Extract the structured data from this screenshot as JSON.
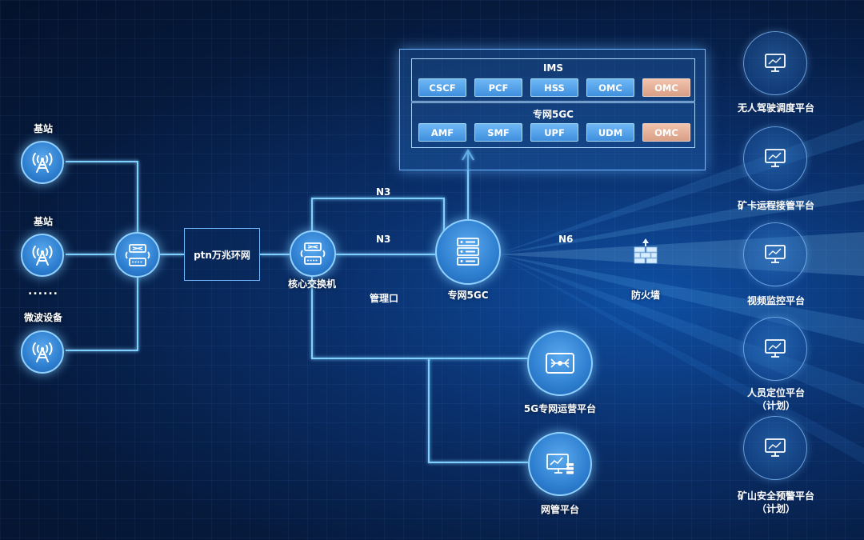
{
  "base_stations": [
    {
      "label": "基站"
    },
    {
      "label": "基站"
    },
    {
      "label": "微波设备"
    }
  ],
  "ellipsis": "......",
  "ptn_label": "ptn万兆环网",
  "core_switch_label": "核心交换机",
  "core5gc_label": "专网5GC",
  "link_labels": {
    "n3_top": "N3",
    "n3_mid": "N3",
    "n6": "N6",
    "mgmt": "管理口"
  },
  "firewall_label": "防火墙",
  "ops_platform_label": "5G专网运营平台",
  "nms_label": "网管平台",
  "panel": {
    "ims": {
      "title": "IMS",
      "chips": [
        "CSCF",
        "PCF",
        "HSS",
        "OMC",
        "OMC"
      ]
    },
    "core": {
      "title": "专网5GC",
      "chips": [
        "AMF",
        "SMF",
        "UPF",
        "UDM",
        "OMC"
      ]
    }
  },
  "platforms": [
    {
      "line1": "无人驾驶调度平台",
      "line2": ""
    },
    {
      "line1": "矿卡运程接管平台",
      "line2": ""
    },
    {
      "line1": "视频监控平台",
      "line2": ""
    },
    {
      "line1": "人员定位平台",
      "line2": "（计划）"
    },
    {
      "line1": "矿山安全预警平台",
      "line2": "（计划）"
    }
  ],
  "colors": {
    "line": "#7fd0ff",
    "chip": "#4f9fe6",
    "omc_chip": "#e3ad95",
    "node": "#3a8ad8"
  },
  "icons": [
    "antenna-icon",
    "switch-icon",
    "server-icon",
    "firewall-icon",
    "operations-screen-icon",
    "network-monitor-icon",
    "monitor-icon"
  ]
}
